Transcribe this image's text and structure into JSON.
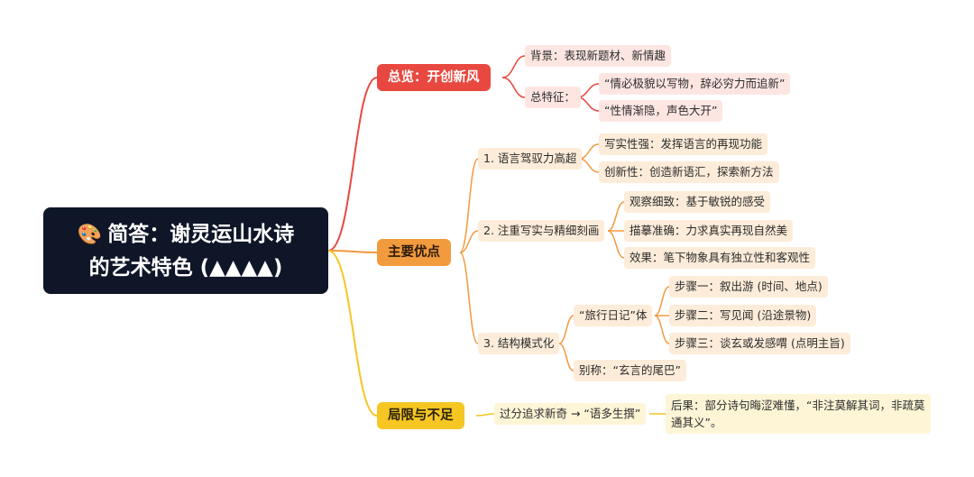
{
  "root": {
    "emoji": "🎨",
    "line1": "简答：谢灵运山水诗",
    "line2": "的艺术特色 (▲▲▲▲)"
  },
  "overview": {
    "label": "总览：开创新风",
    "background": "背景：表现新题材、新情趣",
    "features_label": "总特征：",
    "feature1": "“情必极貌以写物，辞必穷力而追新”",
    "feature2": "“性情渐隐，声色大开”"
  },
  "strengths": {
    "label": "主要优点",
    "s1": {
      "label": "1. 语言驾驭力高超",
      "a": "写实性强：发挥语言的再现功能",
      "b": "创新性：创造新语汇，探索新方法"
    },
    "s2": {
      "label": "2. 注重写实与精细刻画",
      "a": "观察细致：基于敏锐的感受",
      "b": "描摹准确：力求真实再现自然美",
      "c": "效果：笔下物象具有独立性和客观性"
    },
    "s3": {
      "label": "3. 结构模式化",
      "diary": "“旅行日记”体",
      "step1": "步骤一：叙出游 (时间、地点)",
      "step2": "步骤二：写见闻 (沿途景物)",
      "step3": "步骤三：谈玄或发感喟 (点明主旨)",
      "alias": "别称：“玄言的尾巴”"
    }
  },
  "limits": {
    "label": "局限与不足",
    "cause": "过分追求新奇 → “语多生撰”",
    "effect": "后果：部分诗句晦涩难懂，“非注莫解其词，非疏莫通其义”。"
  },
  "colors": {
    "red": "#e8483f",
    "orange": "#f29a3e",
    "yellow": "#f6c623",
    "root": "#0e1628"
  }
}
